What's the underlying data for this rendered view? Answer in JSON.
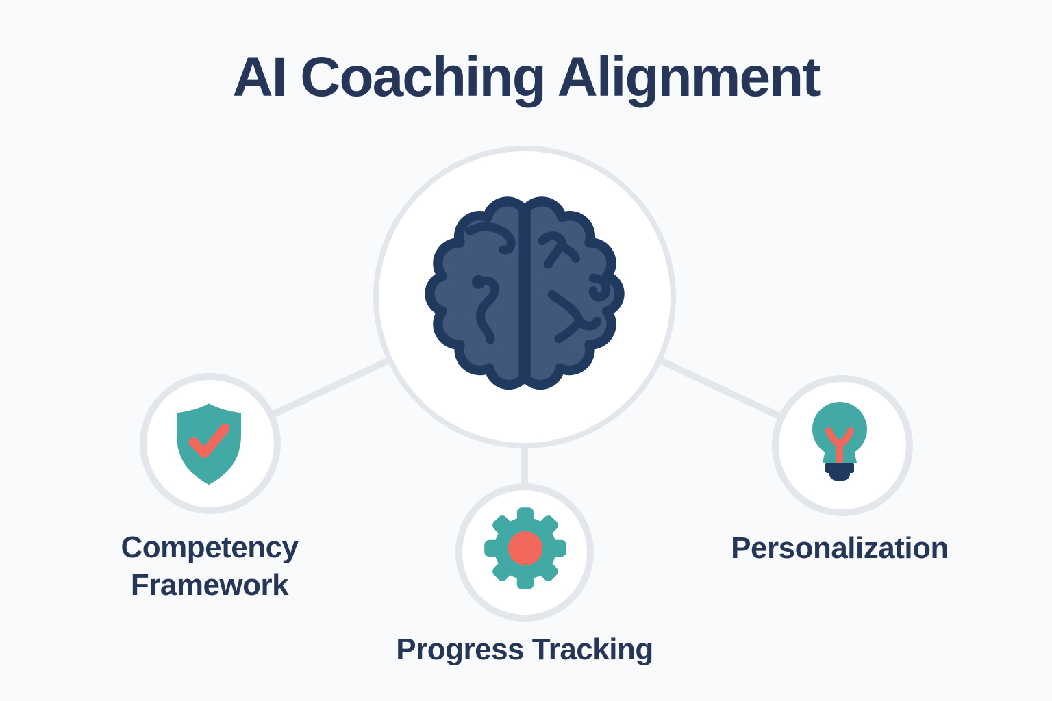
{
  "title": "AI Coaching Alignment",
  "center_node": {
    "icon": "brain-icon"
  },
  "nodes": [
    {
      "id": "competency-framework",
      "label": "Competency Framework",
      "icon": "shield-check-icon",
      "position": "left"
    },
    {
      "id": "progress-tracking",
      "label": "Progress Tracking",
      "icon": "gear-icon",
      "position": "bottom"
    },
    {
      "id": "personalization",
      "label": "Personalization",
      "icon": "lightbulb-icon",
      "position": "right"
    }
  ],
  "colors": {
    "background": "#F8FAFB",
    "node-fill": "#FFFFFF",
    "node-ring": "#E3E6EA",
    "connector": "#E3E6EA",
    "text": "#253659",
    "icon-navy": "#20395E",
    "brain-fill": "#41587B",
    "teal": "#43A9A4",
    "coral": "#F3685C"
  }
}
